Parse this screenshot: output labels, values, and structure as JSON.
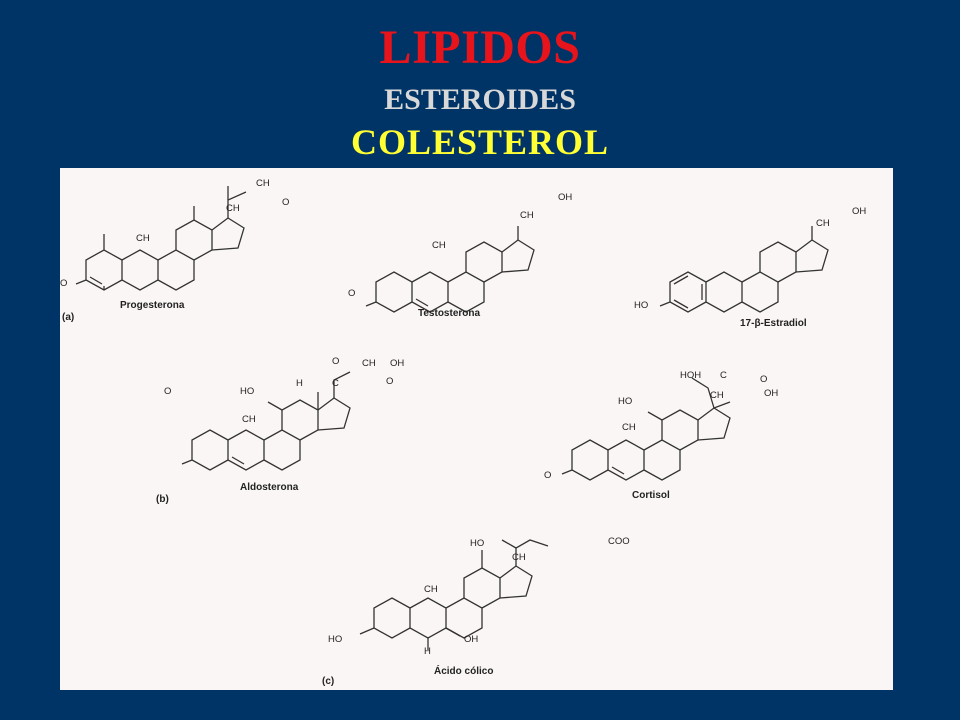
{
  "slide": {
    "title": "LIPIDOS",
    "subtitle": "ESTEROIDES",
    "subtitle2": "COLESTEROL"
  },
  "figure": {
    "panel_a": "(a)",
    "panel_b": "(b)",
    "panel_c": "(c)",
    "molecules": {
      "progesterona": {
        "name": "Progesterona",
        "groups": {
          "o3": "O",
          "me10": "CH",
          "me13": "CH",
          "acetyl_ch3": "CH",
          "acetyl_o": "O"
        }
      },
      "testosterona": {
        "name": "Testosterona",
        "groups": {
          "o3": "O",
          "me10": "CH",
          "me13": "CH",
          "oh17": "OH"
        }
      },
      "estradiol": {
        "name": "17-β-Estradiol",
        "groups": {
          "ho3": "HO",
          "me13": "CH",
          "oh17": "OH"
        }
      },
      "aldosterona": {
        "name": "Aldosterona",
        "groups": {
          "o3": "O",
          "ho11": "HO",
          "me10": "CH",
          "h18": "H",
          "c18": "C",
          "o18": "O",
          "ch2oh": "CH",
          "oh_suffix": "OH",
          "o20": "O"
        }
      },
      "cortisol": {
        "name": "Cortisol",
        "groups": {
          "o3": "O",
          "ho11": "HO",
          "me10": "CH",
          "me13": "CH",
          "hoh2c": "HOH",
          "c_suffix": "C",
          "o20": "O",
          "oh17": "OH"
        }
      },
      "acido_colico": {
        "name": "Ácido cólico",
        "groups": {
          "ho3": "HO",
          "ho7": "OH",
          "ho12": "HO",
          "me10": "CH",
          "me13": "CH",
          "h5": "H",
          "coo": "COO"
        }
      }
    }
  }
}
